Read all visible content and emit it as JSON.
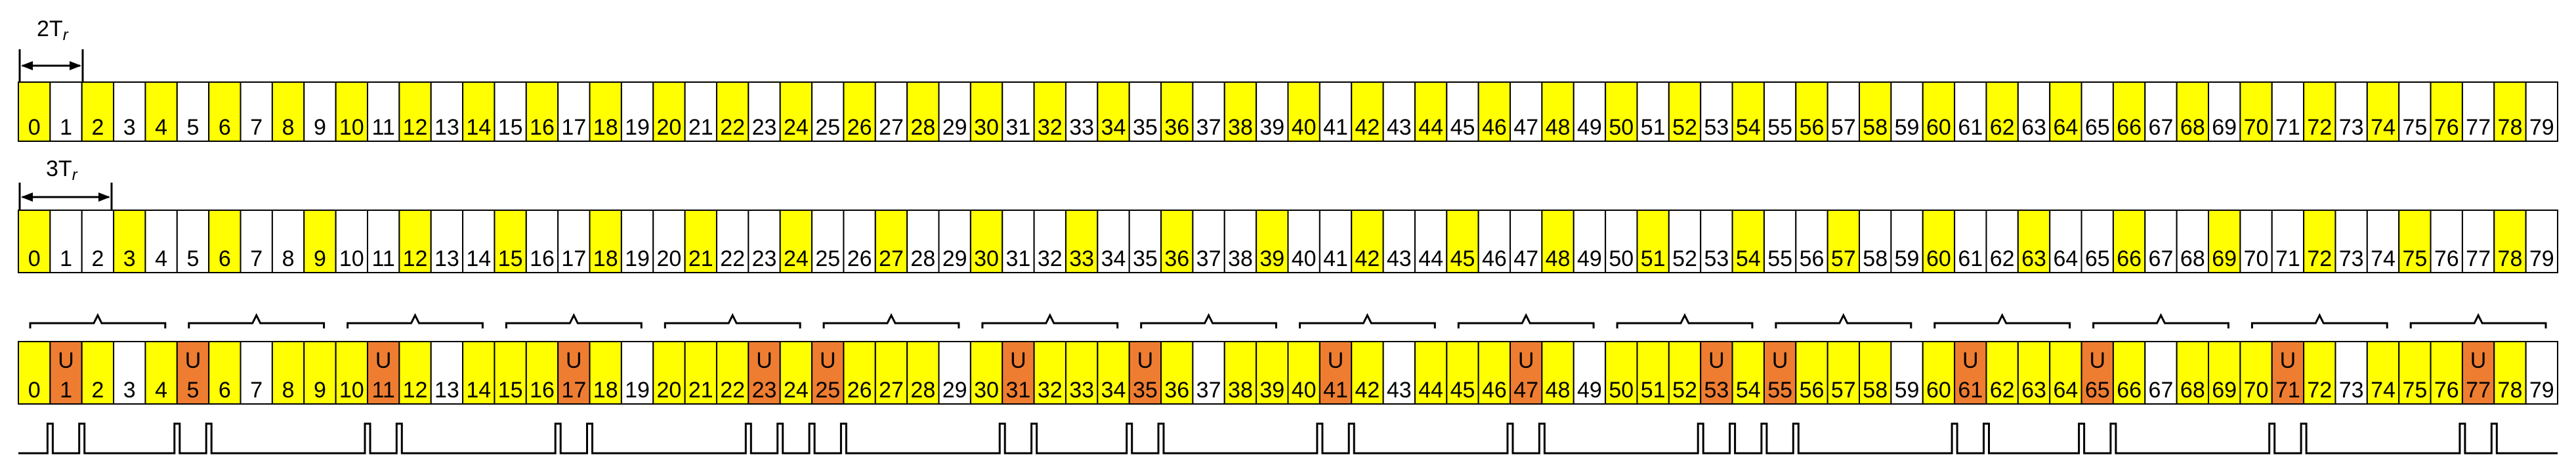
{
  "colors": {
    "yellow": "#ffff00",
    "orange": "#ee7d31",
    "white": "#ffffff",
    "stroke": "#000000"
  },
  "row1": {
    "period_label": {
      "base": "2T",
      "sub": "r"
    },
    "yellow_every": 2
  },
  "row2": {
    "period_label": {
      "base": "3T",
      "sub": "r"
    },
    "yellow_every": 3
  },
  "row3": {
    "mark_text": "U",
    "marked_slots": [
      1,
      5,
      11,
      17,
      23,
      25,
      31,
      35,
      41,
      47,
      53,
      55,
      61,
      65,
      71,
      77
    ],
    "white_slots": [
      3,
      7,
      13,
      19,
      29,
      37,
      43,
      49,
      59,
      67,
      73,
      79
    ],
    "brace_count": 16
  },
  "slot_count": 80
}
